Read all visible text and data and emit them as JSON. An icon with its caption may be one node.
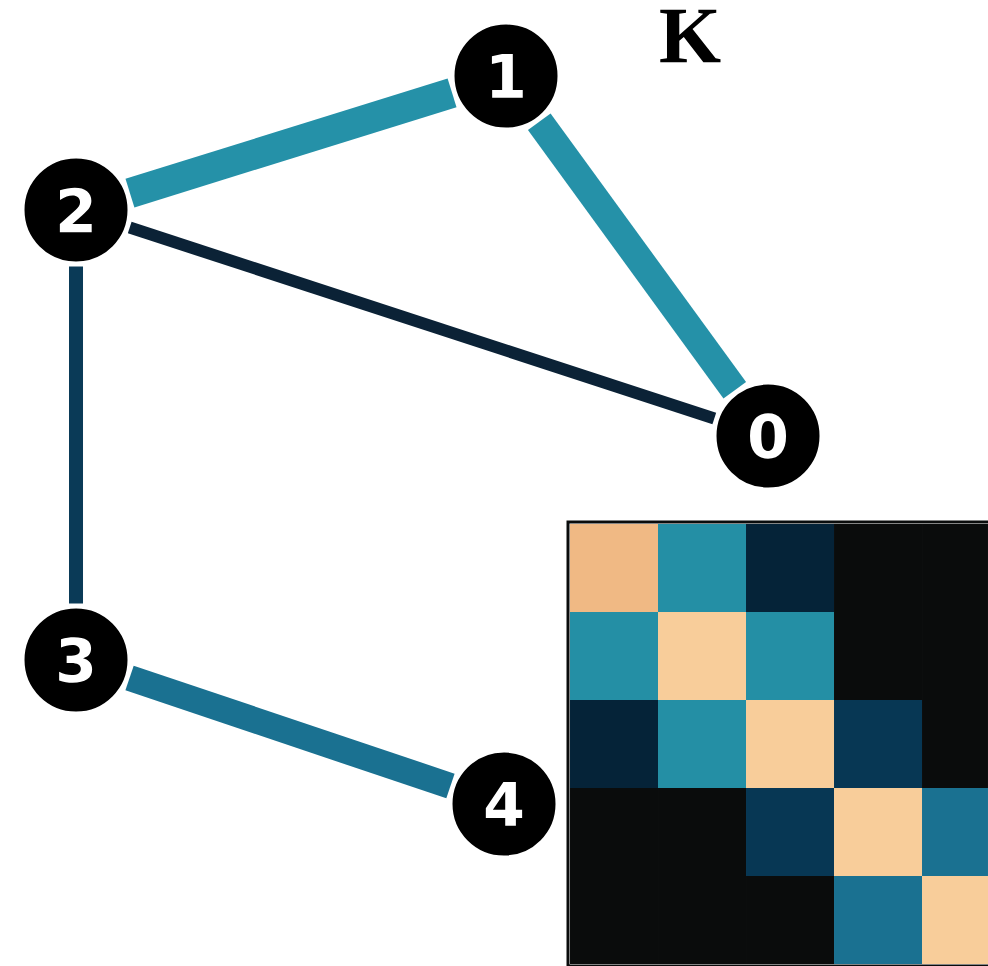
{
  "diagram": {
    "nodes": [
      {
        "text": [
          "0"
        ]
      },
      {
        "text": [
          "1"
        ]
      },
      {
        "text": [
          "2"
        ]
      },
      {
        "text": [
          "3"
        ]
      },
      {
        "text": [
          "4"
        ]
      }
    ],
    "edges": [
      {
        "from": 1,
        "to": 2,
        "arrow": "none",
        "color": "#2591a8"
      },
      {
        "from": 1,
        "to": 0,
        "arrow": "none",
        "color": "#2591a8"
      },
      {
        "from": 2,
        "to": 0,
        "arrow": "none",
        "color": "#0b2236"
      },
      {
        "from": 2,
        "to": 3,
        "arrow": "none",
        "color": "#0a3a57"
      },
      {
        "from": 3,
        "to": 4,
        "arrow": "none",
        "color": "#1a7191"
      }
    ],
    "labels": [
      "K"
    ]
  }
}
